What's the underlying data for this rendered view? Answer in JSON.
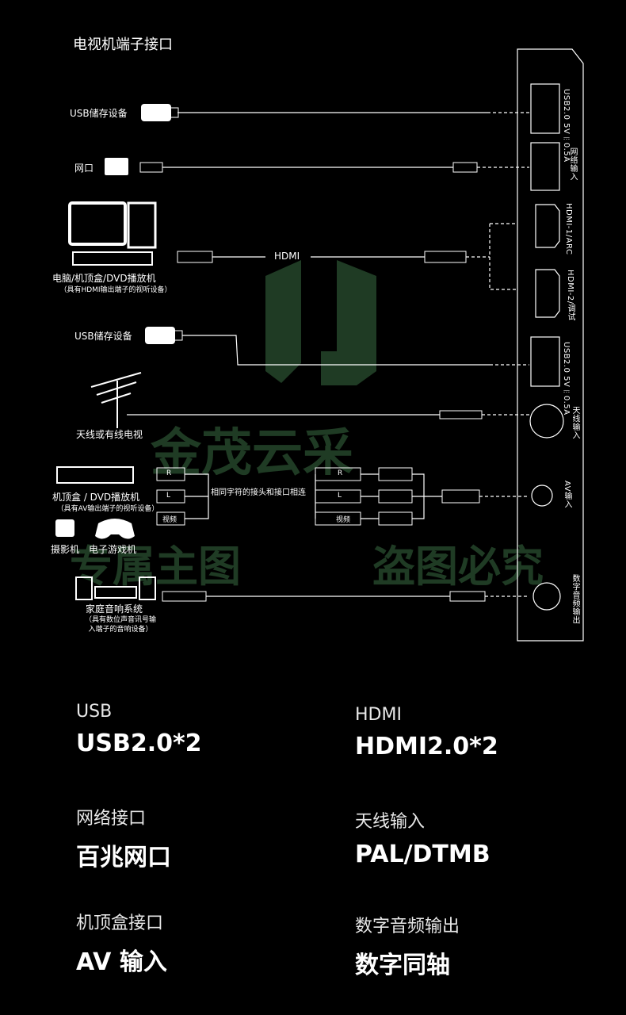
{
  "title": "电视机端子接口",
  "devices": {
    "usb1": "USB储存设备",
    "lan": "网口",
    "pc": "电脑/机顶盒/DVD播放机",
    "pc_note": "（具有HDMI输出端子的视听设备）",
    "hdmi_cable": "HDMI",
    "usb2": "USB储存设备",
    "antenna": "天线或有线电视",
    "av_player": "机顶盒 / DVD播放机",
    "av_player_note": "（具有AV输出端子的视听设备）",
    "camera": "摄影机",
    "game": "电子游戏机",
    "av_note": "相同字符的接头和接口相连",
    "av_video_tag": "视频",
    "av_l_tag": "L",
    "av_r_tag": "R",
    "home_audio": "家庭音响系统",
    "home_audio_note1": "（具有数位声音讯号输",
    "home_audio_note2": "入端子的音响设备）"
  },
  "ports": {
    "usb_top": "USB2.0 5V⎓0.5A",
    "lan": "网络输入",
    "hdmi1": "HDMI-1/ARC",
    "hdmi2": "HDMI-2/调试",
    "usb_bottom": "USB2.0 5V⎓0.5A",
    "antenna": "天线输入",
    "av": "AV输入",
    "spdif": "数字音频输出"
  },
  "watermark": {
    "line1": "金茂云采",
    "line2a": "专属主图",
    "line2b": "盗图必究"
  },
  "specs": [
    {
      "label": "USB",
      "value": "USB2.0*2"
    },
    {
      "label": "HDMI",
      "value": "HDMI2.0*2"
    },
    {
      "label": "网络接口",
      "value": "百兆网口"
    },
    {
      "label": "天线输入",
      "value": "PAL/DTMB"
    },
    {
      "label": "机顶盒接口",
      "value": "AV 输入"
    },
    {
      "label": "数字音频输出",
      "value": "数字同轴"
    }
  ],
  "colors": {
    "background": "#000000",
    "text": "#ffffff",
    "watermark": "#2a4f30"
  }
}
